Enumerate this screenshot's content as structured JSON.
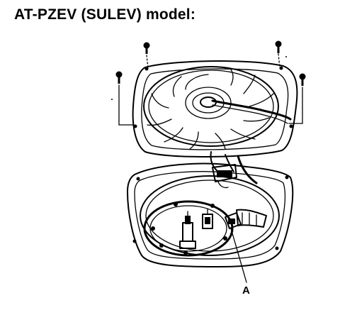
{
  "title": "AT-PZEV (SULEV) model:",
  "callouts": [
    {
      "id": "A",
      "label": "A"
    }
  ],
  "colors": {
    "ink": "#000000",
    "paper": "#ffffff"
  }
}
